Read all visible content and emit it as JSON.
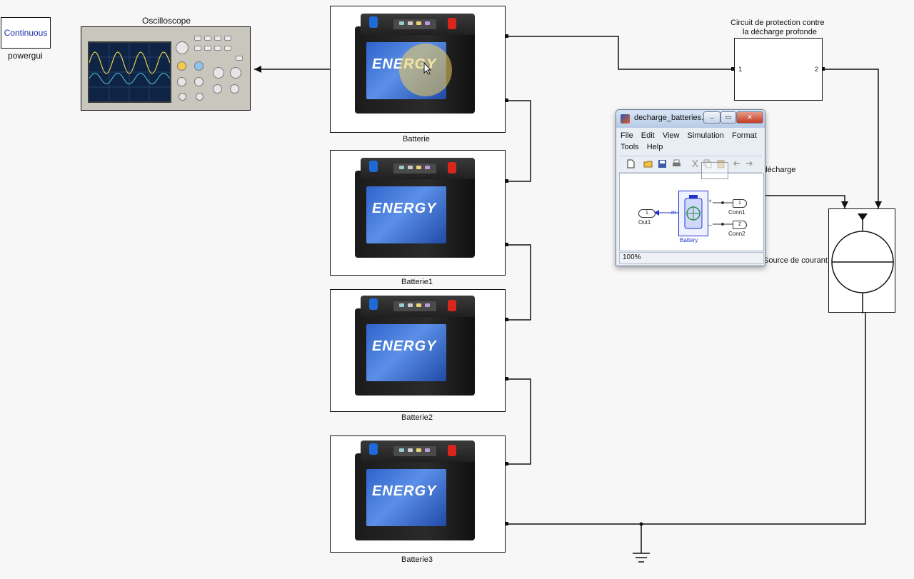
{
  "powergui": {
    "mode": "Continuous",
    "name": "powergui"
  },
  "scope": {
    "name": "Oscilloscope"
  },
  "batteries": [
    {
      "name": "Batterie",
      "brand": "ENERGY"
    },
    {
      "name": "Batterie1",
      "brand": "ENERGY"
    },
    {
      "name": "Batterie2",
      "brand": "ENERGY"
    },
    {
      "name": "Batterie3",
      "brand": "ENERGY"
    }
  ],
  "protection": {
    "title_line1": "Circuit de protection contre",
    "title_line2": "la décharge profonde",
    "port_in": "1",
    "port_out": "2"
  },
  "current_source": {
    "name": "Source de courant"
  },
  "current_label": "Courant de décharge",
  "window": {
    "title": "decharge_batteries...",
    "menu_row1": [
      "File",
      "Edit",
      "View",
      "Simulation",
      "Format"
    ],
    "menu_row2": [
      "Tools",
      "Help"
    ],
    "zoom": "100%",
    "battery_label": "Battery",
    "out_num": "1",
    "out_label": "Out1",
    "conn1_num": "1",
    "conn1_label": "Conn1",
    "conn2_num": "2",
    "conn2_label": "Conn2",
    "m_label": "m",
    "plus": "+",
    "minus": "_"
  },
  "colors": {
    "wire": "#111111",
    "link_blue": "#1a2fa8",
    "battery_blue": "#2f63c9"
  }
}
